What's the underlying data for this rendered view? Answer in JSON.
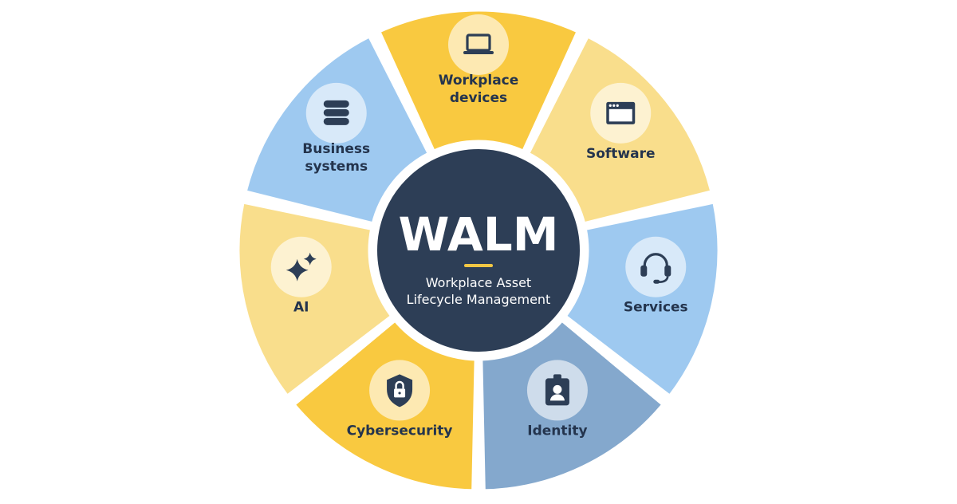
{
  "center": {
    "title": "WALM",
    "subtitle_line1": "Workplace Asset",
    "subtitle_line2": "Lifecycle Management",
    "background_color": "#2d3e56",
    "accent_color": "#f2c744",
    "text_color": "#ffffff"
  },
  "segments": [
    {
      "id": "workplace-devices",
      "lines": [
        "Workplace",
        "devices"
      ],
      "icon": "laptop-icon",
      "color": "#f9c940"
    },
    {
      "id": "software",
      "lines": [
        "Software"
      ],
      "icon": "browser-window-icon",
      "color": "#f9de8c"
    },
    {
      "id": "services",
      "lines": [
        "Services"
      ],
      "icon": "headset-icon",
      "color": "#9ec9f0"
    },
    {
      "id": "identity",
      "lines": [
        "Identity"
      ],
      "icon": "id-badge-icon",
      "color": "#84a8cd"
    },
    {
      "id": "cybersecurity",
      "lines": [
        "Cybersecurity"
      ],
      "icon": "shield-lock-icon",
      "color": "#f9c940"
    },
    {
      "id": "ai",
      "lines": [
        "AI"
      ],
      "icon": "sparkles-icon",
      "color": "#f9de8c"
    },
    {
      "id": "business-systems",
      "lines": [
        "Business",
        "systems"
      ],
      "icon": "database-icon",
      "color": "#9ec9f0"
    }
  ],
  "colors": {
    "label_text": "#24344d",
    "icon_fill": "#2d3e56",
    "icon_circle": "#ffffff",
    "segment_stroke": "#ffffff"
  }
}
